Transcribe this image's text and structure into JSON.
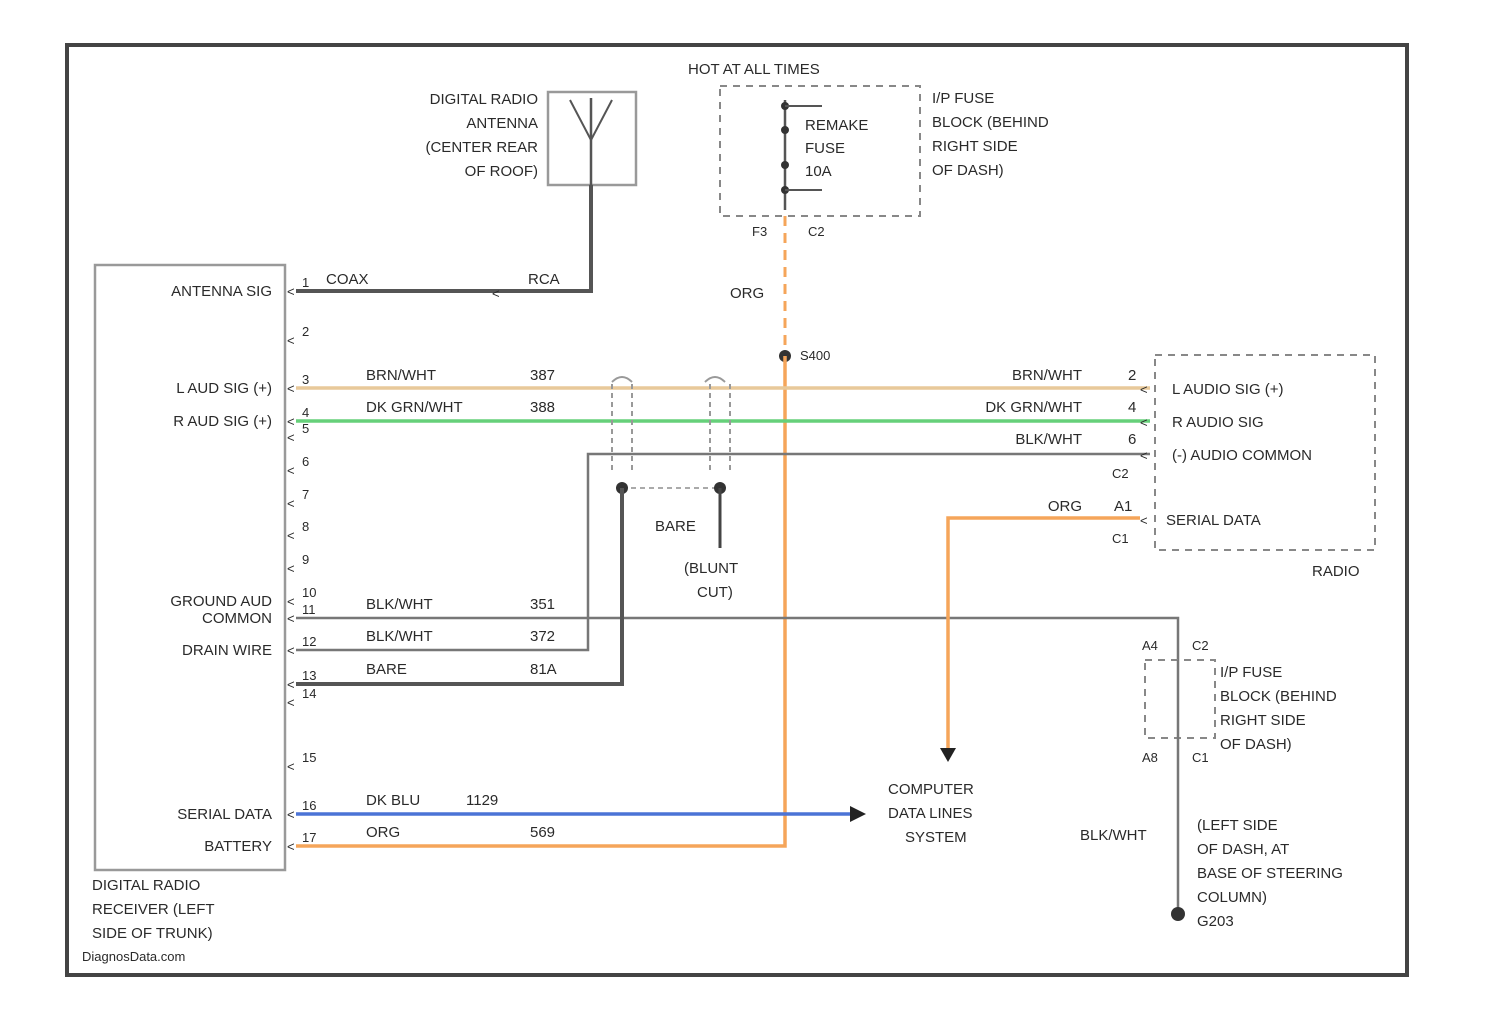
{
  "hot_label": "HOT AT ALL TIMES",
  "antenna": {
    "lines": [
      "DIGITAL RADIO",
      "ANTENNA",
      "(CENTER REAR",
      "OF ROOF)"
    ]
  },
  "fuse": {
    "lines": [
      "REMAKE",
      "FUSE",
      "10A"
    ],
    "conn_left": "F3",
    "conn_right": "C2"
  },
  "fuse_block_top": {
    "lines": [
      "I/P FUSE",
      "BLOCK (BEHIND",
      "RIGHT SIDE",
      "OF DASH)"
    ]
  },
  "wire_orange_vertical": "ORG",
  "splice": "S400",
  "coax": {
    "left": "COAX",
    "right": "RCA"
  },
  "receiver": {
    "pins": [
      {
        "num": "1",
        "label": "ANTENNA SIG"
      },
      {
        "num": "2",
        "label": ""
      },
      {
        "num": "3",
        "label": "L AUD SIG (+)"
      },
      {
        "num": "4",
        "label": "R AUD SIG (+)"
      },
      {
        "num": "5",
        "label": ""
      },
      {
        "num": "6",
        "label": ""
      },
      {
        "num": "7",
        "label": ""
      },
      {
        "num": "8",
        "label": ""
      },
      {
        "num": "9",
        "label": ""
      },
      {
        "num": "10",
        "label": "GROUND AUD"
      },
      {
        "num": "11",
        "label": "COMMON"
      },
      {
        "num": "12",
        "label": "DRAIN WIRE"
      },
      {
        "num": "13",
        "label": ""
      },
      {
        "num": "14",
        "label": ""
      },
      {
        "num": "15",
        "label": ""
      },
      {
        "num": "16",
        "label": "SERIAL DATA"
      },
      {
        "num": "17",
        "label": "BATTERY"
      }
    ],
    "caption": [
      "DIGITAL RADIO",
      "RECEIVER (LEFT",
      "SIDE OF TRUNK)"
    ],
    "credit": "DiagnosData.com"
  },
  "wires_left": [
    {
      "color": "BRN/WHT",
      "circuit": "387"
    },
    {
      "color": "DK GRN/WHT",
      "circuit": "388"
    },
    {
      "color": "BLK/WHT",
      "circuit": "351"
    },
    {
      "color": "BLK/WHT",
      "circuit": "372"
    },
    {
      "color": "BARE",
      "circuit": "81A"
    },
    {
      "color": "DK BLU",
      "circuit": "1129"
    },
    {
      "color": "ORG",
      "circuit": "569"
    }
  ],
  "bare_label": "BARE",
  "blunt_cut": [
    "(BLUNT",
    "CUT)"
  ],
  "radio": {
    "wires": [
      {
        "color": "BRN/WHT",
        "pin": "2",
        "label": "L AUDIO SIG (+)"
      },
      {
        "color": "DK GRN/WHT",
        "pin": "4",
        "label": "R AUDIO SIG"
      },
      {
        "color": "BLK/WHT",
        "pin": "6",
        "label": "(-) AUDIO COMMON"
      },
      {
        "color": "ORG",
        "pin": "A1",
        "label": "SERIAL DATA"
      }
    ],
    "conn_top": "C2",
    "conn_bottom": "C1",
    "name": "RADIO"
  },
  "computer": [
    "COMPUTER",
    "DATA LINES",
    "SYSTEM"
  ],
  "fuse_block_bottom": {
    "lines": [
      "I/P FUSE",
      "BLOCK (BEHIND",
      "RIGHT SIDE",
      "OF DASH)"
    ],
    "pin_top": "A4",
    "conn_top": "C2",
    "pin_bottom": "A8",
    "conn_bottom": "C1"
  },
  "ground_wire_color": "BLK/WHT",
  "ground": {
    "lines": [
      "(LEFT SIDE",
      "OF DASH, AT",
      "BASE OF STEERING",
      "COLUMN)"
    ],
    "id": "G203"
  },
  "colors": {
    "orange": "#f5a55a",
    "green": "#66d07a",
    "tan": "#e8c99a",
    "blue": "#4b73d6",
    "dark": "#555555"
  }
}
